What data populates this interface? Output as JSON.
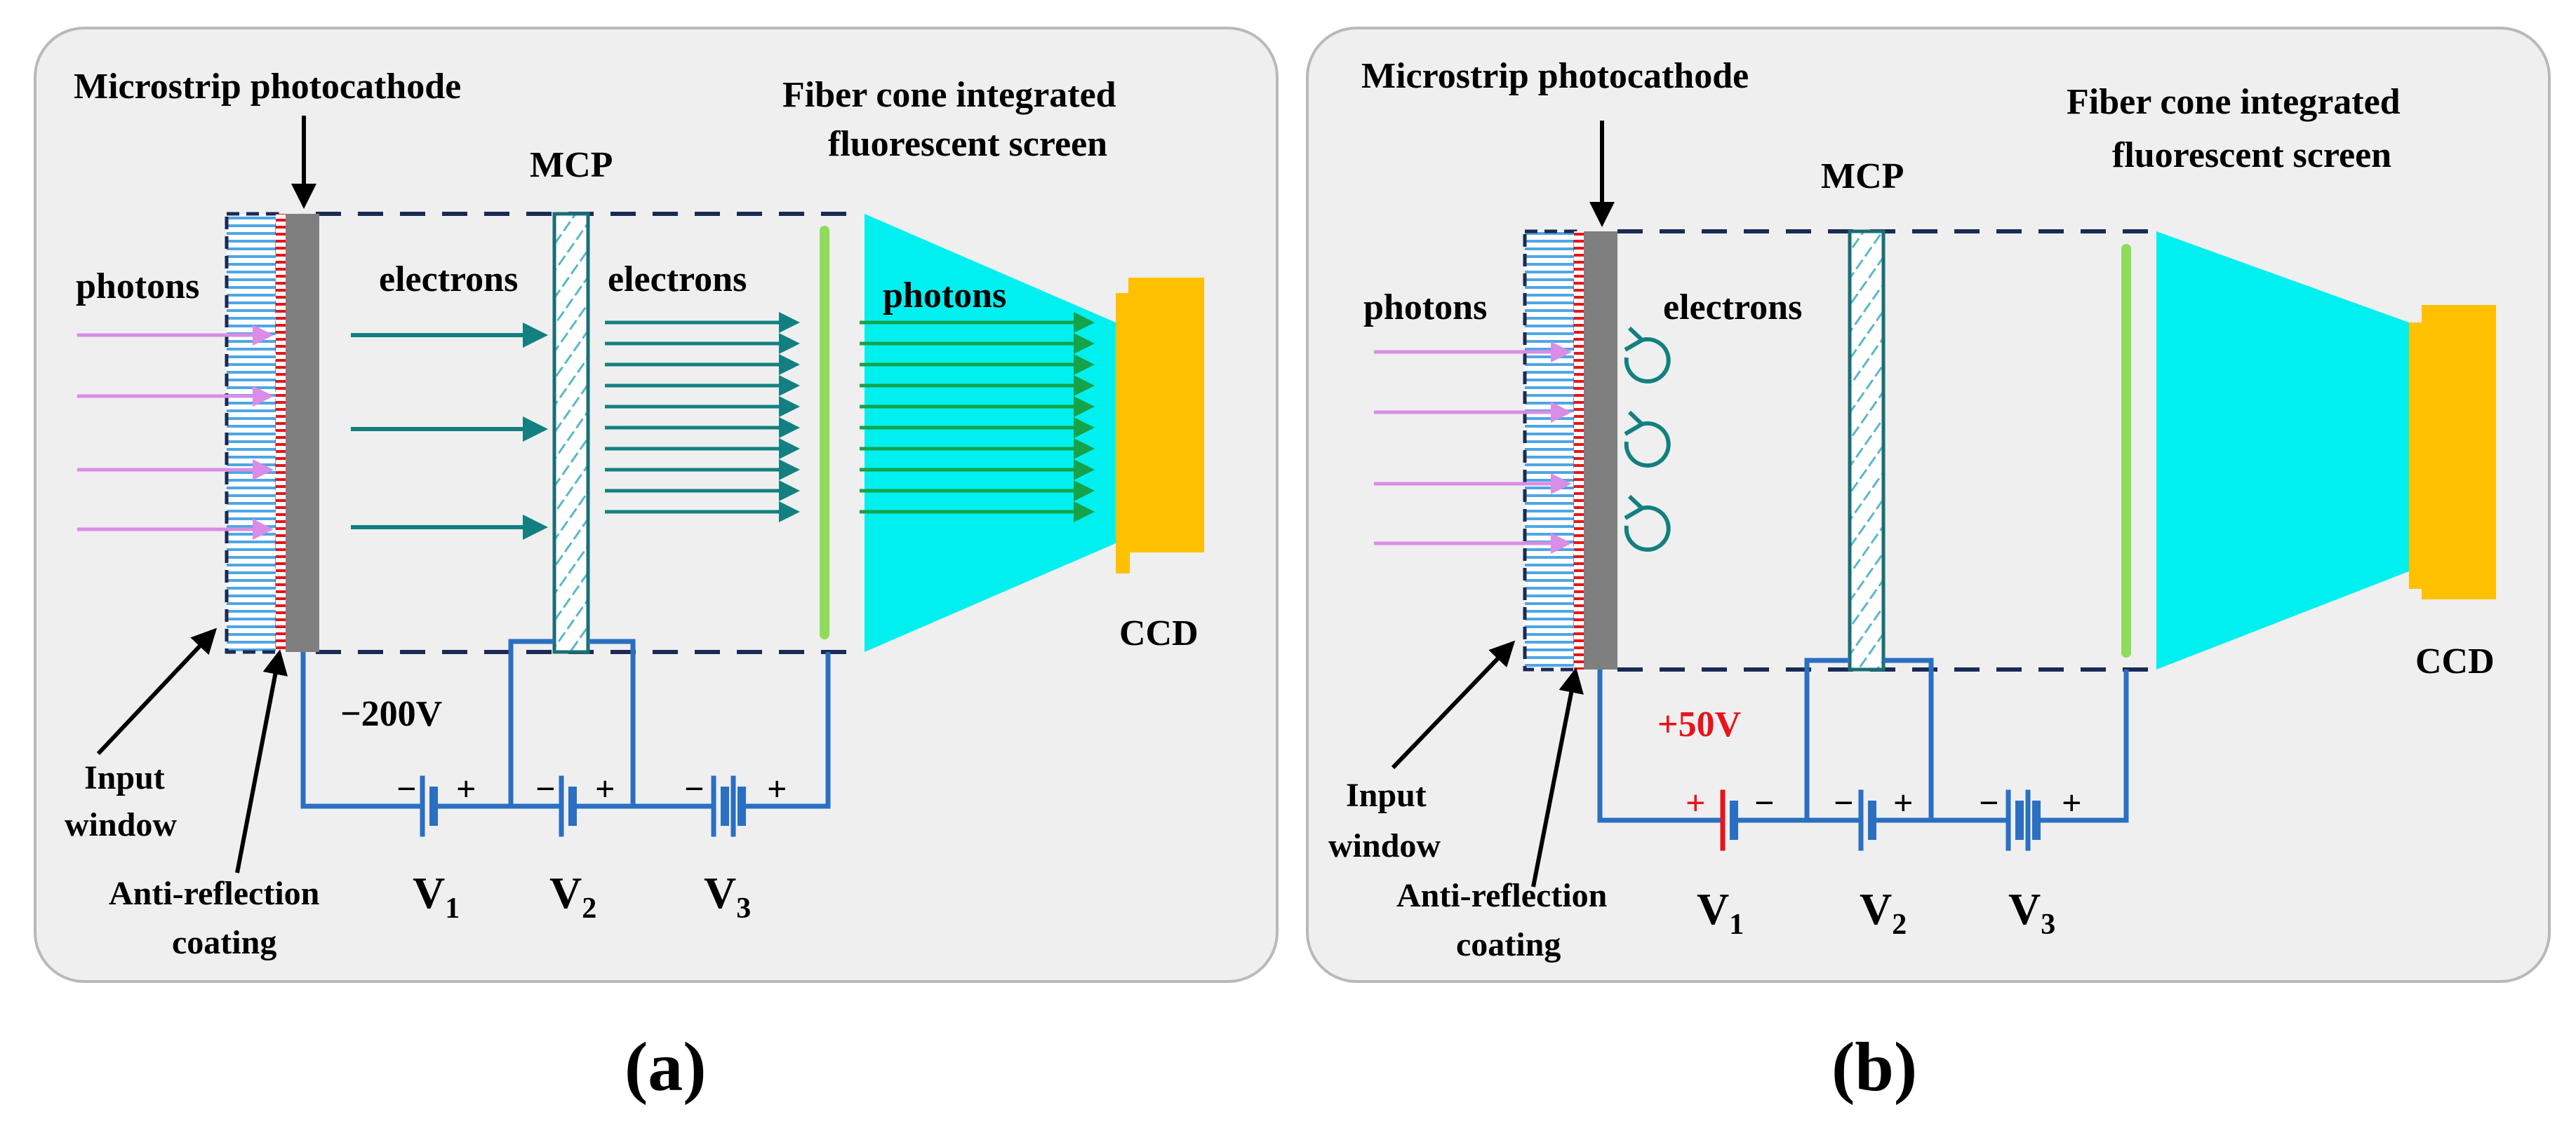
{
  "panels": [
    {
      "id": "a",
      "caption": "(a)",
      "labels": {
        "cathode": "Microstrip photocathode",
        "mcp": "MCP",
        "screen_line1": "Fiber cone integrated",
        "screen_line2": "fluorescent screen",
        "photons_in": "photons",
        "electrons_1": "electrons",
        "electrons_2": "electrons",
        "photons_out": "photons",
        "ccd": "CCD",
        "voltage": "−200V",
        "input_1": "Input",
        "input_2": "window",
        "ar_1": "Anti-reflection",
        "ar_2": "coating",
        "v1": "V",
        "v1_sub": "1",
        "v2": "V",
        "v2_sub": "2",
        "v3": "V",
        "v3_sub": "3",
        "minus": "−",
        "plus": "+"
      }
    },
    {
      "id": "b",
      "caption": "(b)",
      "labels": {
        "cathode": "Microstrip photocathode",
        "mcp": "MCP",
        "screen_line1": "Fiber cone integrated",
        "screen_line2": "fluorescent screen",
        "photons_in": "photons",
        "electrons_1": "electrons",
        "ccd": "CCD",
        "voltage": "+50V",
        "input_1": "Input",
        "input_2": "window",
        "ar_1": "Anti-reflection",
        "ar_2": "coating",
        "v1": "V",
        "v1_sub": "1",
        "v2": "V",
        "v2_sub": "2",
        "v3": "V",
        "v3_sub": "3",
        "minus": "−",
        "plus": "+"
      }
    }
  ],
  "colors": {
    "panel_bg": "#efefef",
    "photon_arrow": "#d98de6",
    "electron_arrow": "#128080",
    "output_arrow": "#15a34a",
    "cone": "#00f0f0",
    "ccd": "#ffc000",
    "wire": "#2a6fc2",
    "cathode": "#7f7f7f",
    "screen": "#8fdc5a",
    "voltage_red": "#e8141b"
  }
}
